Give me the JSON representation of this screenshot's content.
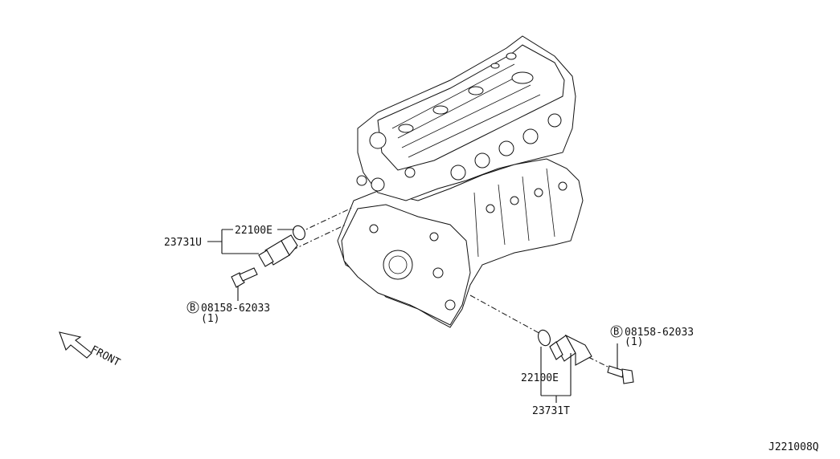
{
  "diagram_id": "J221008Q",
  "direction_label": "FRONT",
  "callouts": {
    "upper_sensor_group": "23731U",
    "upper_oring": "22100E",
    "upper_bolt": {
      "part_no": "08158-62033",
      "qty": "(1)",
      "symbol": "B"
    },
    "lower_oring": "22100E",
    "lower_sensor_group": "23731T",
    "lower_bolt": {
      "part_no": "08158-62033",
      "qty": "(1)",
      "symbol": "B"
    }
  },
  "colors": {
    "line": "#111111",
    "background": "#ffffff"
  }
}
